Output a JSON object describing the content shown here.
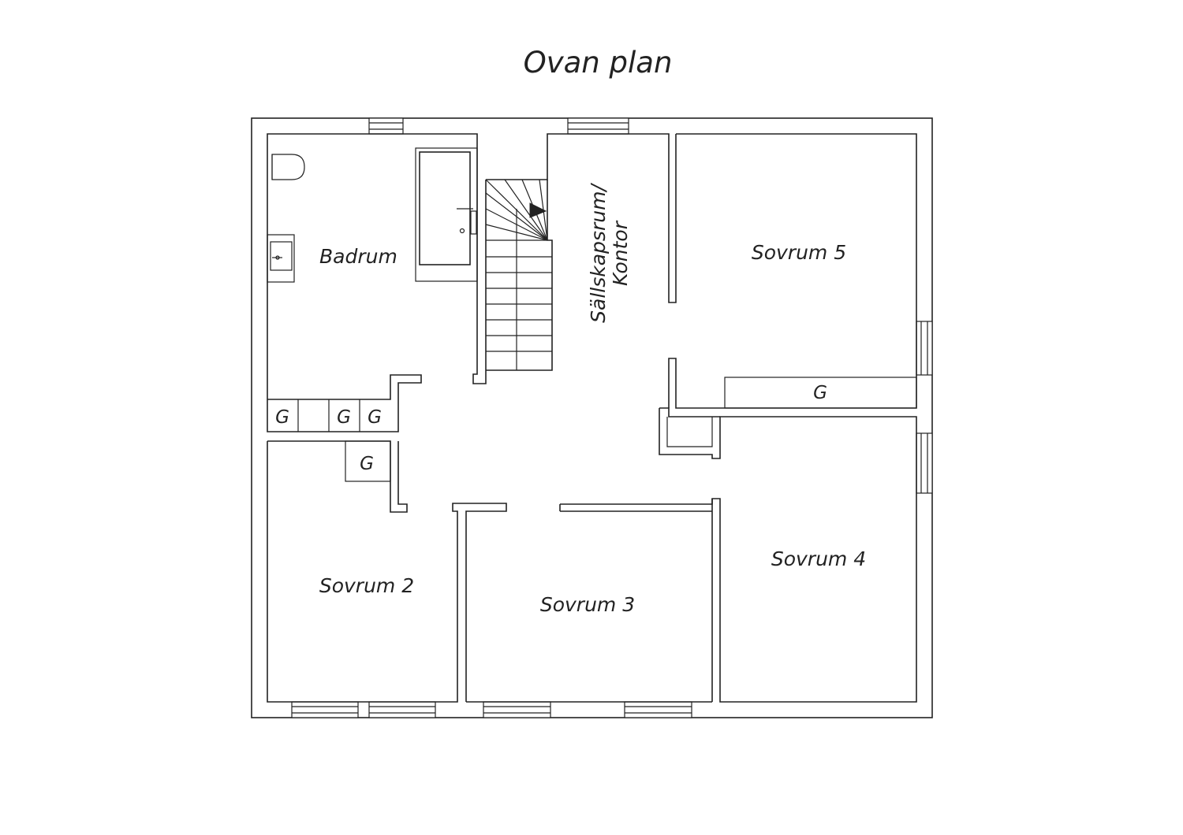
{
  "title": "Ovan plan",
  "rooms": {
    "badrum": "Badrum",
    "sallskapsrum_line1": "Sällskapsrum/",
    "sallskapsrum_line2": "Kontor",
    "sovrum5": "Sovrum 5",
    "sovrum2": "Sovrum 2",
    "sovrum3": "Sovrum 3",
    "sovrum4": "Sovrum 4"
  },
  "closets": {
    "marker": "G"
  }
}
